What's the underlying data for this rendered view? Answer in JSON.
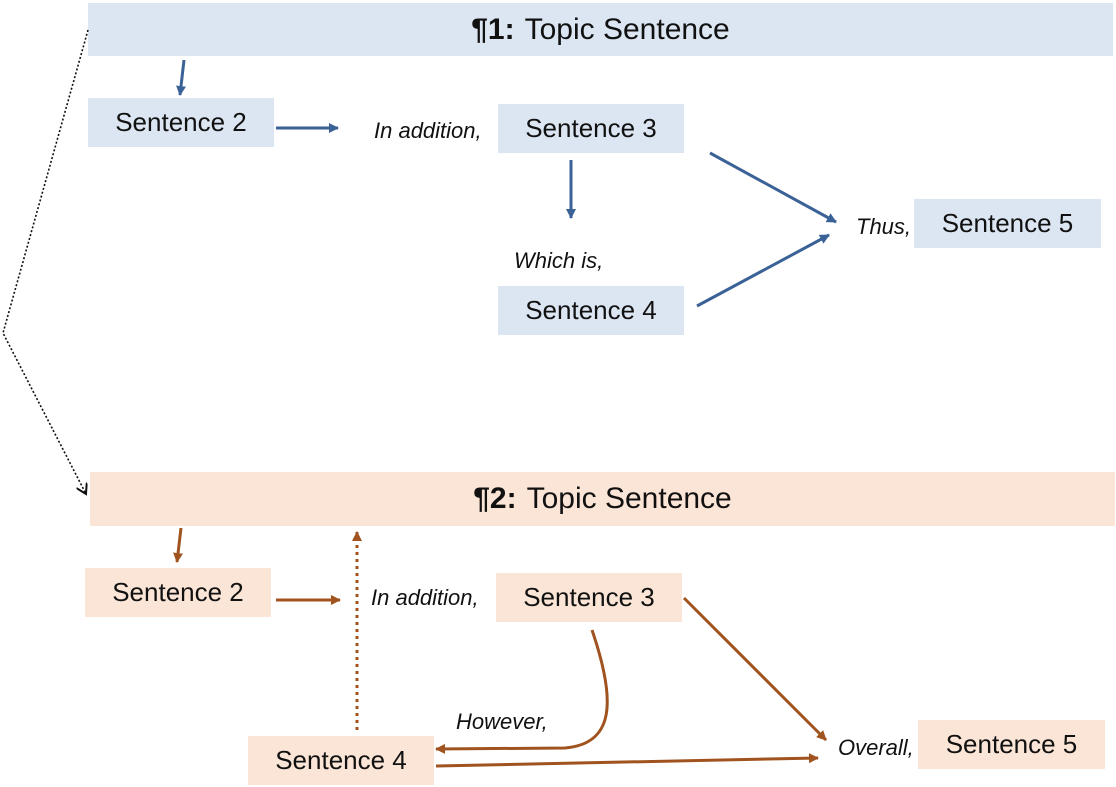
{
  "colors": {
    "blue_fill": "#dce6f2",
    "peach_fill": "#fbe5d6",
    "blue_arrow": "#3a6297",
    "brown_arrow": "#a0531e"
  },
  "p1": {
    "marker": "¶1:",
    "topic": "Topic Sentence",
    "s2": "Sentence 2",
    "s3": "Sentence 3",
    "s4": "Sentence 4",
    "s5": "Sentence 5",
    "c_in_addition": "In addition,",
    "c_which_is": "Which is,",
    "c_thus": "Thus,"
  },
  "p2": {
    "marker": "¶2:",
    "topic": "Topic Sentence",
    "s2": "Sentence 2",
    "s3": "Sentence 3",
    "s4": "Sentence 4",
    "s5": "Sentence 5",
    "c_in_addition": "In addition,",
    "c_however": "However,",
    "c_overall": "Overall,"
  }
}
